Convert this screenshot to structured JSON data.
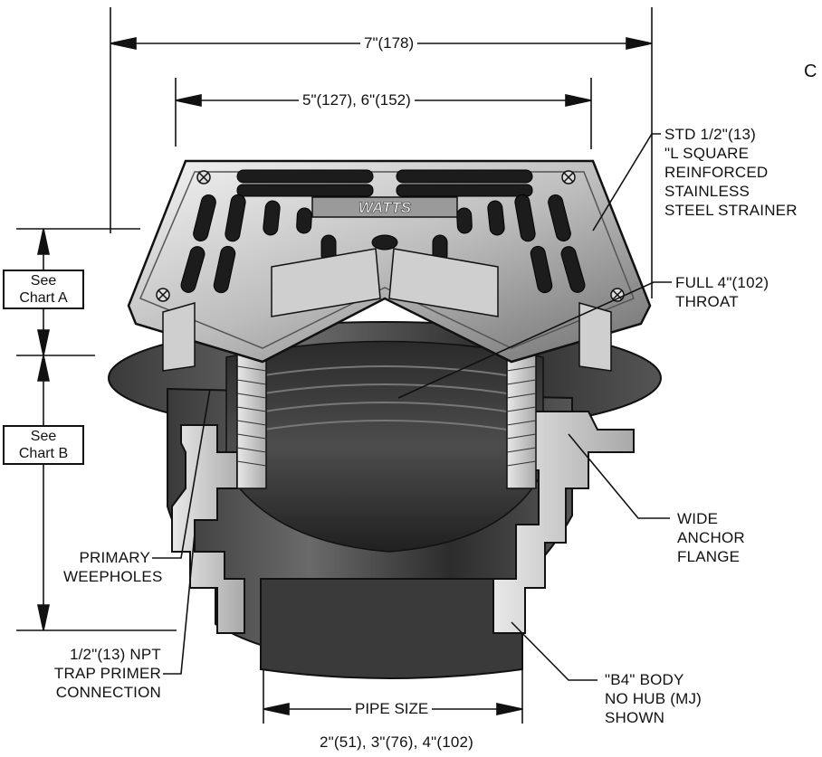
{
  "dimensions": {
    "overall_width": "7\"(178)",
    "top_width": "5\"(127), 6\"(152)",
    "pipe_size_label": "PIPE SIZE",
    "pipe_sizes": "2\"(51), 3\"(76), 4\"(102)"
  },
  "chart_boxes": [
    {
      "line1": "See",
      "line2": "Chart A"
    },
    {
      "line1": "See",
      "line2": "Chart B"
    }
  ],
  "callouts": {
    "strainer": [
      "STD 1/2\"(13)",
      "\"L SQUARE",
      "REINFORCED",
      "STAINLESS",
      "STEEL STRAINER"
    ],
    "throat": [
      "FULL 4\"(102)",
      "THROAT"
    ],
    "flange": [
      "WIDE",
      "ANCHOR",
      "FLANGE"
    ],
    "weepholes": [
      "PRIMARY",
      "WEEPHOLES"
    ],
    "trap_primer": [
      "1/2\"(13) NPT",
      "TRAP PRIMER",
      "CONNECTION"
    ],
    "body": [
      "\"B4\" BODY",
      "NO HUB (MJ)",
      "SHOWN"
    ]
  },
  "brand_text": "WATTS",
  "edge_fragment": "C"
}
